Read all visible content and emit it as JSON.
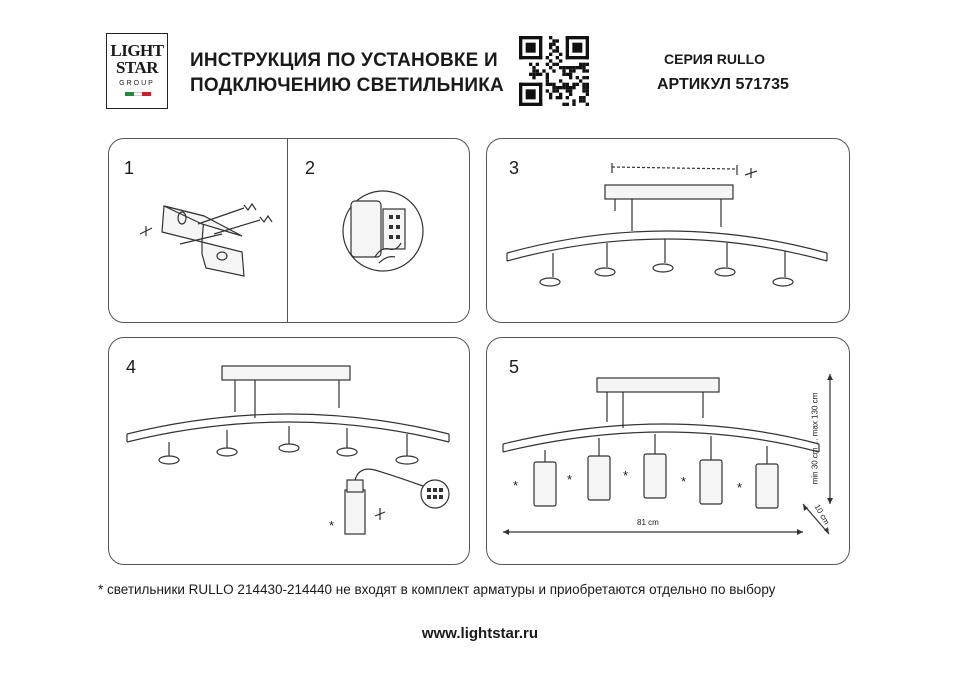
{
  "header": {
    "logo_line1": "LIGHT",
    "logo_line2": "STAR",
    "logo_line3": "GROUP",
    "title_line1": "ИНСТРУКЦИЯ ПО УСТАНОВКЕ И",
    "title_line2": "ПОДКЛЮЧЕНИЮ СВЕТИЛЬНИКА",
    "series": "СЕРИЯ RULLO",
    "article": "АРТИКУЛ 571735"
  },
  "flag_colors": [
    "#1e8a3a",
    "#ffffff",
    "#c8202f"
  ],
  "steps": [
    {
      "number": "1"
    },
    {
      "number": "2"
    },
    {
      "number": "3"
    },
    {
      "number": "4"
    },
    {
      "number": "5"
    }
  ],
  "step4_marker": "*",
  "step5": {
    "marker": "*",
    "width_label": "81 cm",
    "height_label": "min 30 cm ... max 130 cm",
    "depth_label": "10 cm"
  },
  "footnote": "* светильники RULLO 214430-214440 не входят в комплект арматуры и приобретаются отдельно по выбору",
  "website": "www.lightstar.ru"
}
